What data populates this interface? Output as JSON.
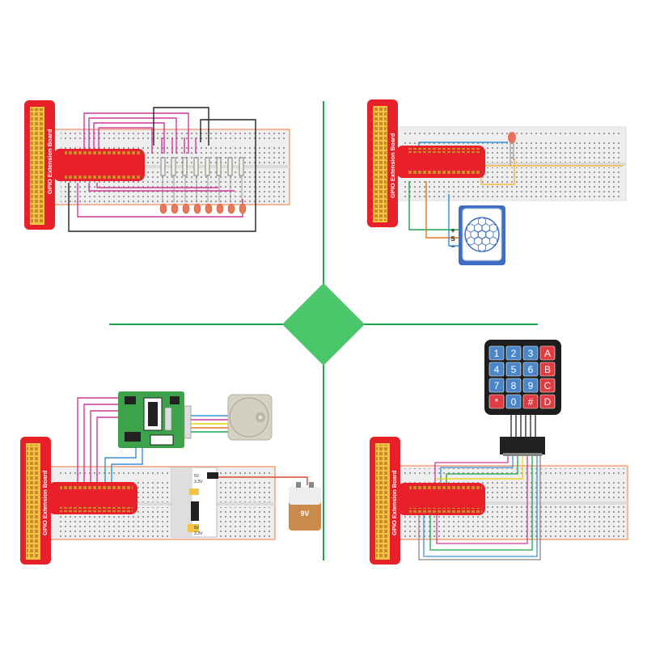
{
  "gpio_board": {
    "label": "GPIO Extension Board"
  },
  "colors": {
    "divider": "#1aa34a",
    "diamond": "#4cc66a",
    "board_red": "#e8202a",
    "board_yellow": "#f3c443",
    "breadboard": "#eeeeee",
    "breadboard_edge": "#f3a07a"
  },
  "panel_top_left": {
    "led_count": 8
  },
  "panel_top_right": {
    "pir_pins": [
      "+",
      "S",
      "−"
    ]
  },
  "panel_bottom_left": {
    "power_module_labels": [
      "5V",
      "3.3V",
      "5V",
      "3.3V"
    ],
    "battery_label": "9V"
  },
  "panel_bottom_right": {
    "keypad_keys": [
      [
        "1",
        "2",
        "3",
        "A"
      ],
      [
        "4",
        "5",
        "6",
        "B"
      ],
      [
        "7",
        "8",
        "9",
        "C"
      ],
      [
        "*",
        "0",
        "#",
        "D"
      ]
    ],
    "key_blue": "#4a86c8",
    "key_red": "#e03c41"
  }
}
